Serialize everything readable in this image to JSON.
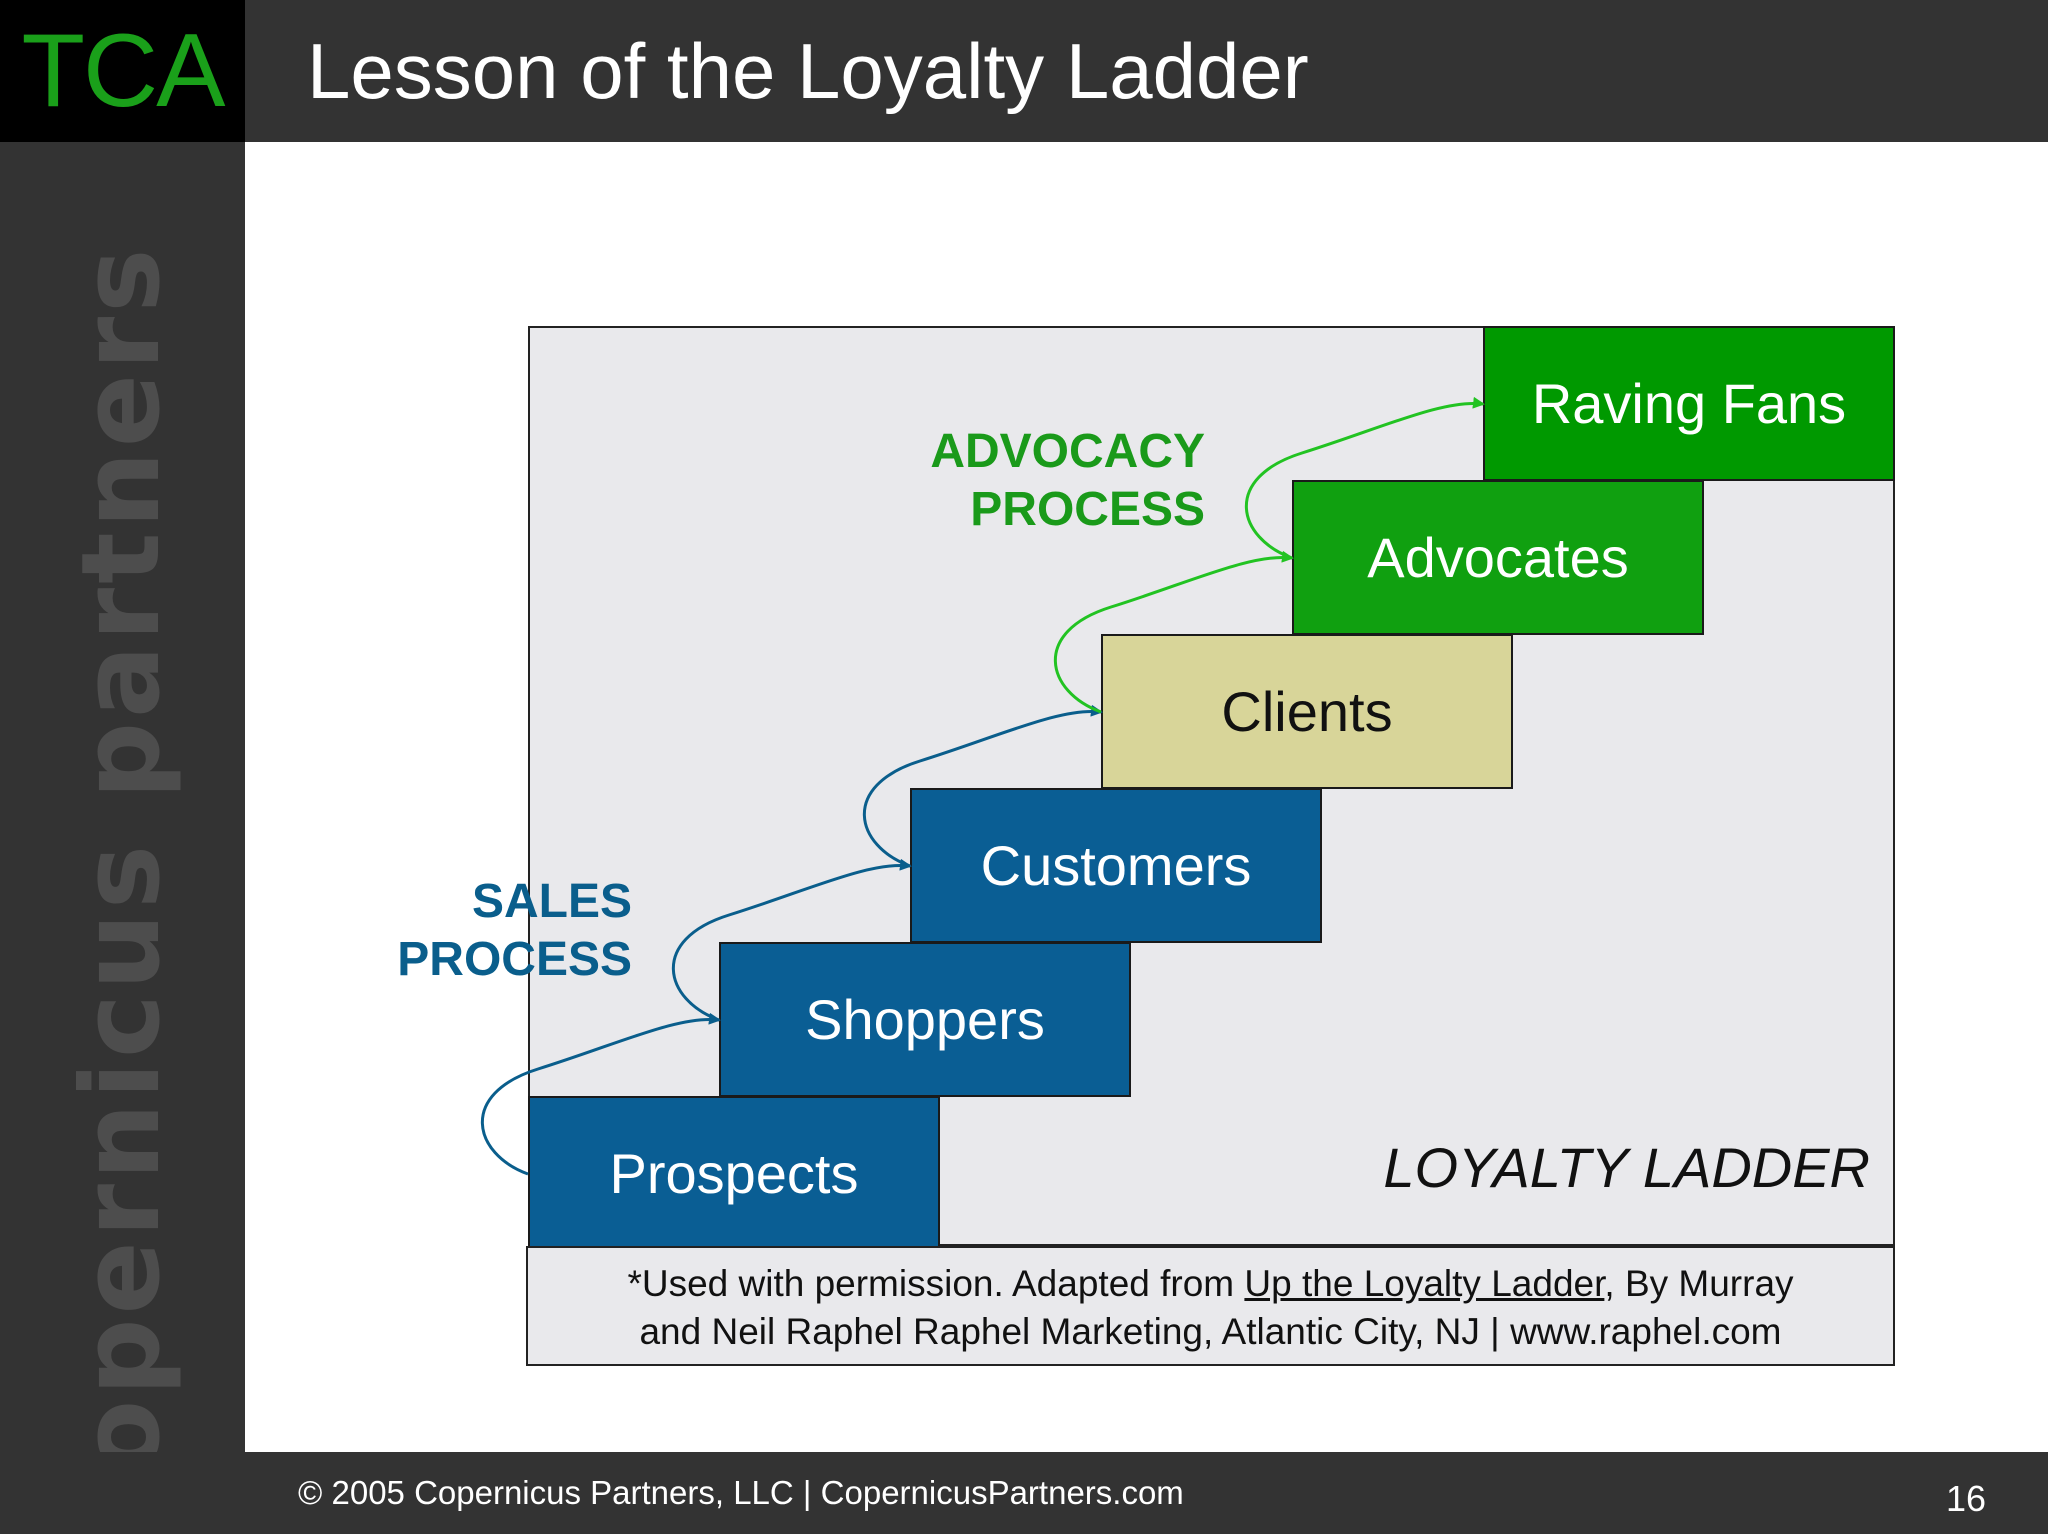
{
  "header": {
    "logo": "TCA",
    "title": "Lesson of the Loyalty Ladder"
  },
  "sidebar": {
    "watermark": "copernicus partners"
  },
  "diagram": {
    "steps": [
      {
        "label": "Prospects",
        "fill": "#0a5e94",
        "text_color": "#ffffff"
      },
      {
        "label": "Shoppers",
        "fill": "#0a5e94",
        "text_color": "#ffffff"
      },
      {
        "label": "Customers",
        "fill": "#0a5e94",
        "text_color": "#ffffff"
      },
      {
        "label": "Clients",
        "fill": "#d8d599",
        "text_color": "#111111"
      },
      {
        "label": "Advocates",
        "fill": "#10a010",
        "text_color": "#ffffff"
      },
      {
        "label": "Raving Fans",
        "fill": "#009900",
        "text_color": "#ffffff"
      }
    ],
    "sales_process": {
      "line1": "SALES",
      "line2": "PROCESS",
      "color": "#0a5e8c"
    },
    "advocacy_process": {
      "line1": "ADVOCACY",
      "line2": "PROCESS",
      "color": "#1a9a1a"
    },
    "ladder_title": "LOYALTY LADDER",
    "arrow_colors": {
      "sales": "#0a5e8c",
      "advocacy": "#22c322"
    }
  },
  "citation": {
    "prefix": "*Used with permission.  Adapted from ",
    "book": "Up the Loyalty Ladder",
    "suffix": ", By Murray",
    "line2": "and Neil Raphel Raphel Marketing, Atlantic City, NJ | www.raphel.com"
  },
  "footer": {
    "copyright": "© 2005 Copernicus Partners, LLC | CopernicusPartners.com",
    "page_number": "16"
  }
}
